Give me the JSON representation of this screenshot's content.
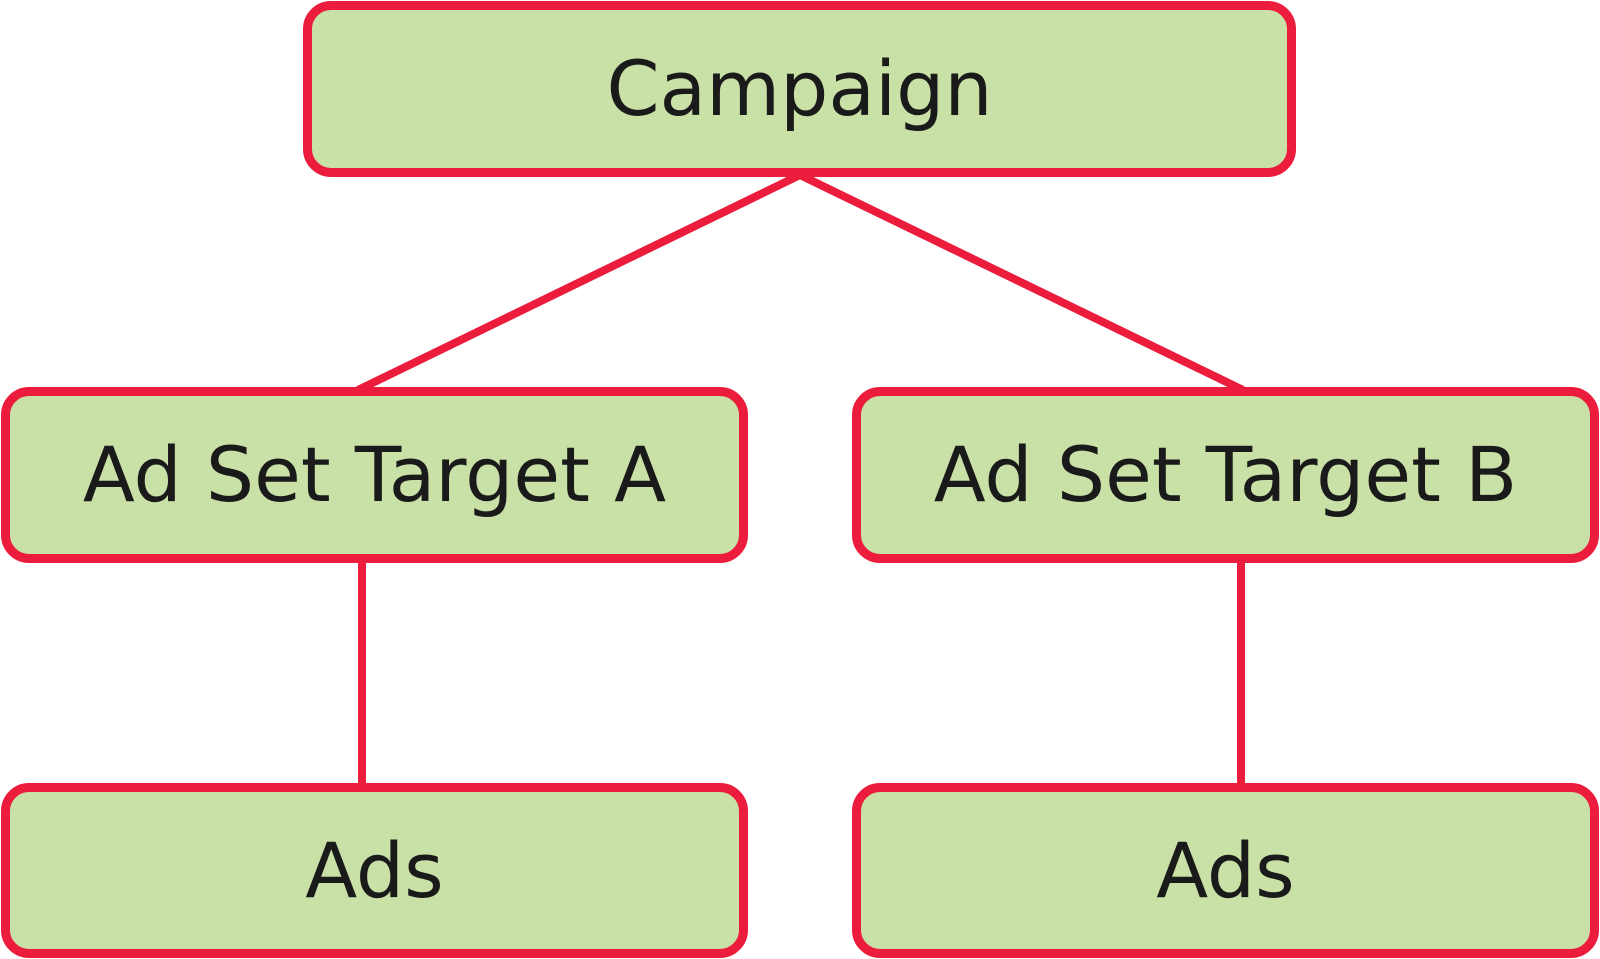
{
  "diagram": {
    "colors": {
      "node_fill": "#c9e0a6",
      "node_border": "#ec1c3c",
      "connector": "#ec1c3c",
      "text": "#1a1a1a"
    },
    "nodes": {
      "campaign": "Campaign",
      "adset_a": "Ad Set Target A",
      "adset_b": "Ad Set Target B",
      "ads_a": "Ads",
      "ads_b": "Ads"
    }
  }
}
